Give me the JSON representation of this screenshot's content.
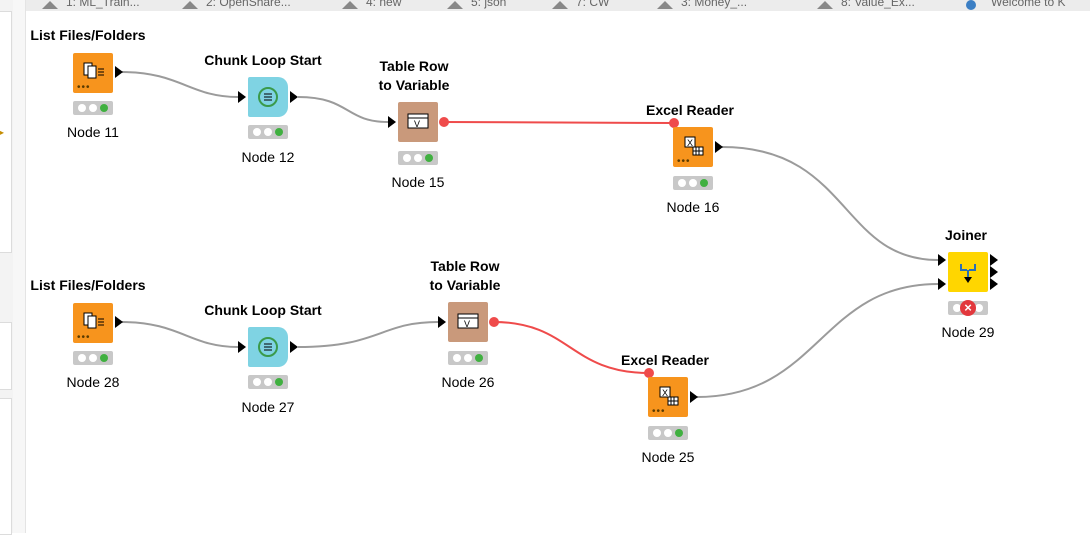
{
  "tabs": [
    "1: ML_Train...",
    "2: OpenShare...",
    "4: new",
    "5: json",
    "7: CW",
    "3: Money_...",
    "8: Value_Ex...",
    "Welcome to K"
  ],
  "colors": {
    "wire": "#9b9b9b",
    "flow_variable_wire": "#ef4b4b",
    "node_orange": "#f7941d",
    "node_cyan": "#7fd3e3",
    "node_brown": "#c9997b",
    "node_yellow": "#ffd600",
    "status_green": "#40b040",
    "status_error": "#e2383d"
  },
  "nodes": [
    {
      "id": "n11",
      "label": "List Files/Folders",
      "name": "Node 11",
      "icon": "list-files-icon",
      "status": "executed"
    },
    {
      "id": "n12",
      "label": "Chunk Loop Start",
      "name": "Node 12",
      "icon": "loop-start-icon",
      "status": "executed"
    },
    {
      "id": "n15",
      "label_lines": [
        "Table Row",
        "to Variable"
      ],
      "name": "Node 15",
      "icon": "row-to-variable-icon",
      "status": "executed"
    },
    {
      "id": "n16",
      "label": "Excel Reader",
      "name": "Node 16",
      "icon": "excel-reader-icon",
      "status": "executed"
    },
    {
      "id": "n28",
      "label": "List Files/Folders",
      "name": "Node 28",
      "icon": "list-files-icon",
      "status": "executed"
    },
    {
      "id": "n27",
      "label": "Chunk Loop Start",
      "name": "Node 27",
      "icon": "loop-start-icon",
      "status": "executed"
    },
    {
      "id": "n26",
      "label_lines": [
        "Table Row",
        "to Variable"
      ],
      "name": "Node 26",
      "icon": "row-to-variable-icon",
      "status": "executed"
    },
    {
      "id": "n25",
      "label": "Excel Reader",
      "name": "Node 25",
      "icon": "excel-reader-icon",
      "status": "executed"
    },
    {
      "id": "n29",
      "label": "Joiner",
      "name": "Node 29",
      "icon": "joiner-icon",
      "status": "error"
    }
  ],
  "connections": [
    {
      "from": "n11",
      "to": "n12",
      "kind": "data"
    },
    {
      "from": "n12",
      "to": "n15",
      "kind": "data"
    },
    {
      "from": "n15",
      "to": "n16",
      "kind": "flow-variable"
    },
    {
      "from": "n16",
      "to": "n29",
      "kind": "data"
    },
    {
      "from": "n28",
      "to": "n27",
      "kind": "data"
    },
    {
      "from": "n27",
      "to": "n26",
      "kind": "data"
    },
    {
      "from": "n26",
      "to": "n25",
      "kind": "flow-variable"
    },
    {
      "from": "n25",
      "to": "n29",
      "kind": "data"
    }
  ]
}
